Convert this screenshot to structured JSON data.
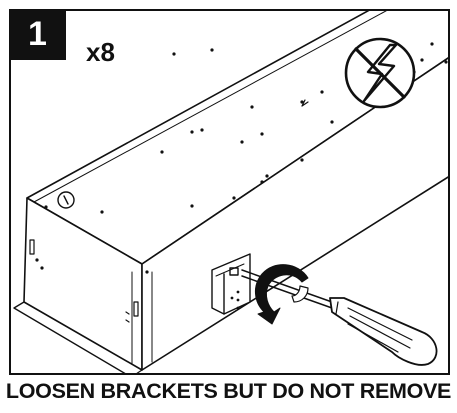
{
  "step": {
    "number": "1",
    "quantity": "x8"
  },
  "warning": {
    "icon": "no-power-icon"
  },
  "caption": "LOOSEN BRACKETS BUT DO NOT REMOVE",
  "colors": {
    "ink": "#111111",
    "paper": "#ffffff"
  }
}
